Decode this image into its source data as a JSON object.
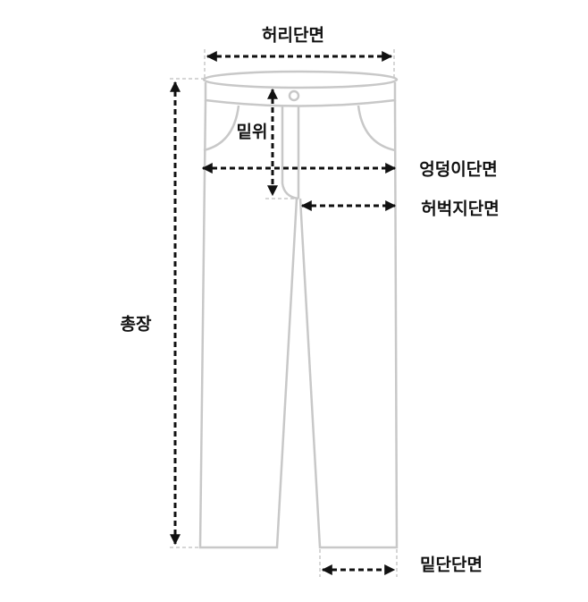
{
  "labels": {
    "waist": "허리단면",
    "rise": "밑위",
    "hip": "엉덩이단면",
    "thigh": "허벅지단면",
    "total_length": "총장",
    "hem": "밑단단면"
  },
  "colors": {
    "outline": "#c8c8c8",
    "arrow": "#111111",
    "guide": "#c8c8c8"
  }
}
